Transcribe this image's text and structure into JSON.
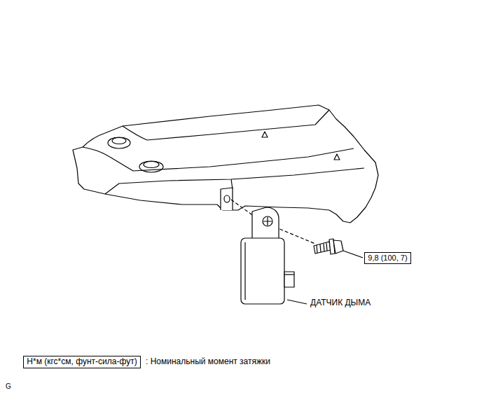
{
  "diagram": {
    "nodes": [
      {
        "text": [
          "9,8 (100, 7)"
        ]
      },
      {
        "text": [
          "Н*м (кгс*см, фунт-сила-фут)"
        ]
      }
    ],
    "labels": [
      "ДАТЧИК ДЫМА",
      "G"
    ],
    "legend": [
      {
        "text": ": Номинальный момент затяжки"
      }
    ]
  }
}
